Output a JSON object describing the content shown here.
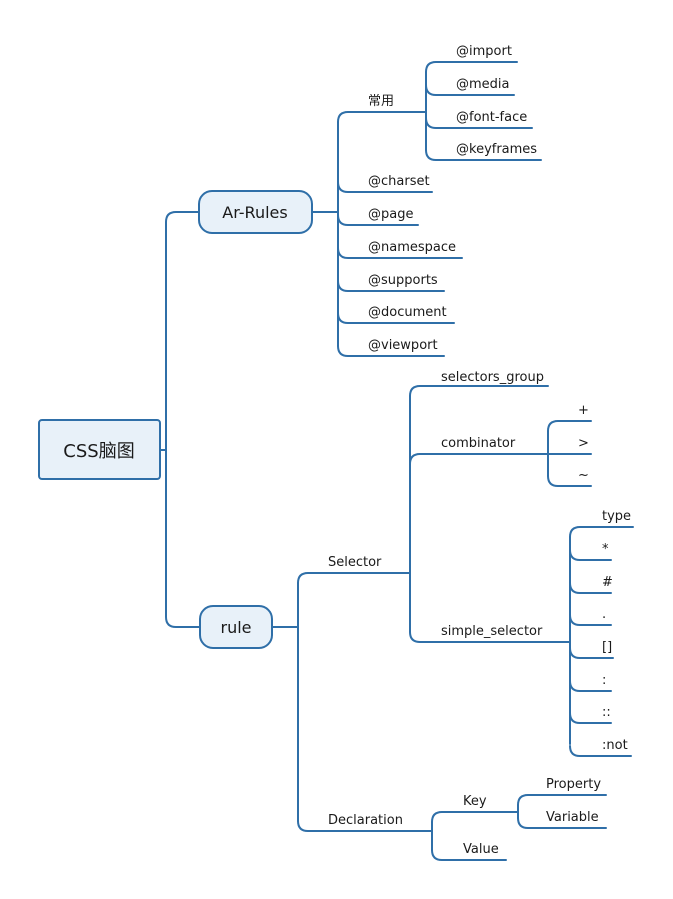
{
  "root": {
    "label": "CSS脑图"
  },
  "ar_rules": {
    "label": "Ar-Rules",
    "common": {
      "label": "常用",
      "items": [
        "@import",
        "@media",
        "@font-face",
        "@keyframes"
      ]
    },
    "items": [
      "@charset",
      "@page",
      "@namespace",
      "@supports",
      "@document",
      "@viewport"
    ]
  },
  "rule": {
    "label": "rule",
    "selector": {
      "label": "Selector",
      "selectors_group": "selectors_group",
      "combinator": {
        "label": "combinator",
        "items": [
          "+",
          ">",
          "~"
        ]
      },
      "simple_selector": {
        "label": "simple_selector",
        "items": [
          "type",
          "*",
          "#",
          ".",
          "[]",
          ":",
          "::",
          ":not"
        ]
      }
    },
    "declaration": {
      "label": "Declaration",
      "key": {
        "label": "Key",
        "items": [
          "Property",
          "Variable"
        ]
      },
      "value": "Value"
    }
  }
}
